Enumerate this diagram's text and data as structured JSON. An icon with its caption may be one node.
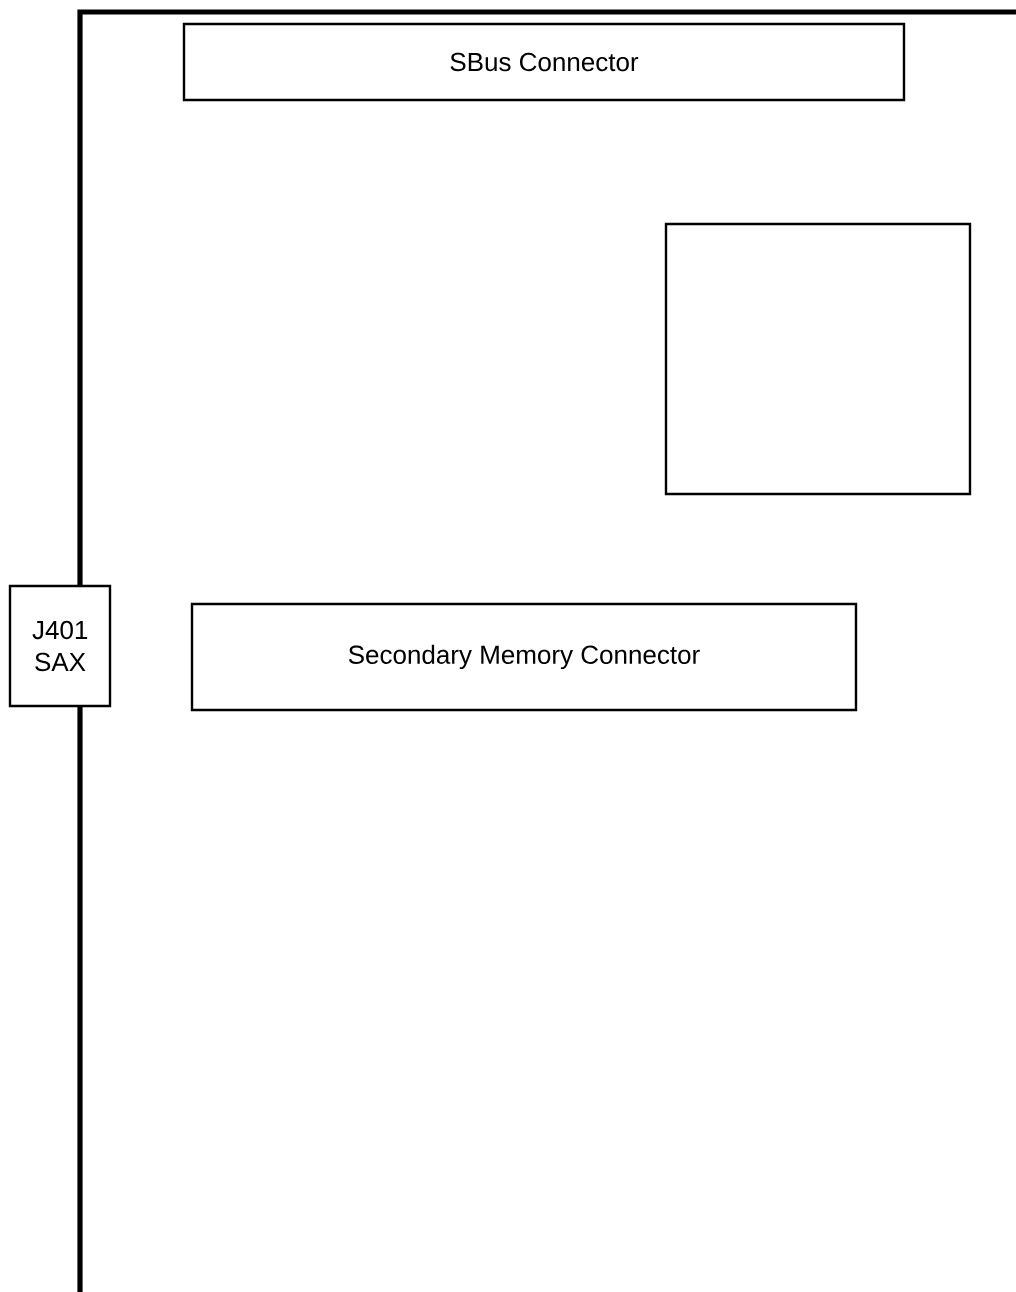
{
  "diagram": {
    "nodes": [
      {
        "text": [
          "SBus Connector"
        ]
      },
      {
        "text": [],
        "shape": "box"
      },
      {
        "text": [
          "J401 SAX"
        ]
      },
      {
        "text": [
          "Secondary Memory Connector"
        ]
      }
    ]
  }
}
